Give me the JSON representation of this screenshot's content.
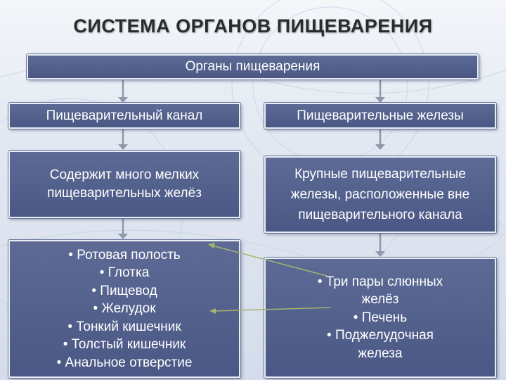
{
  "title": "СИСТЕМА ОРГАНОВ ПИЩЕВАРЕНИЯ",
  "top_box": {
    "label": "Органы пищеварения"
  },
  "left": {
    "header": "Пищеварительный канал",
    "description": "Содержит много мелких пищеварительных желёз",
    "items": [
      "Ротовая полость",
      "Глотка",
      "Пищевод",
      "Желудок",
      "Тонкий кишечник",
      "Толстый кишечник",
      "Анальное отверстие"
    ]
  },
  "right": {
    "header": "Пищеварительные железы",
    "description": "Крупные пищеварительные железы, расположенные вне пищеварительного канала",
    "items": [
      "Три пары слюнных желёз",
      "Печень",
      "Поджелудочная железа"
    ]
  },
  "colors": {
    "box_fill": "#56638f",
    "box_border": "#e9edf5",
    "connector": "#8e98ab",
    "pointer_line": "#a4b56e"
  }
}
